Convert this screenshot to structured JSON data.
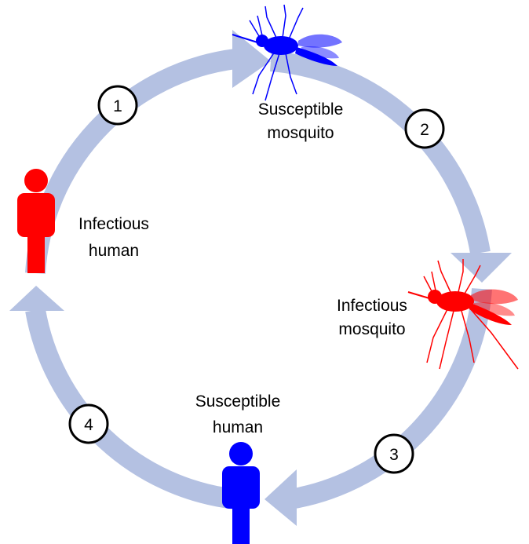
{
  "colors": {
    "arrow": "#b4c1e2",
    "infectious": "#ff0000",
    "susceptible": "#0000ff",
    "step_circle_fill": "#ffffff",
    "step_circle_stroke": "#000000"
  },
  "icons": {
    "human": "person-silhouette-icon",
    "mosquito": "mosquito-icon"
  },
  "nodes": {
    "susceptible_mosquito": {
      "line1": "Susceptible",
      "line2": "mosquito"
    },
    "infectious_mosquito": {
      "line1": "Infectious",
      "line2": "mosquito"
    },
    "susceptible_human": {
      "line1": "Susceptible",
      "line2": "human"
    },
    "infectious_human": {
      "line1": "Infectious",
      "line2": "human"
    }
  },
  "steps": [
    "1",
    "2",
    "3",
    "4"
  ]
}
